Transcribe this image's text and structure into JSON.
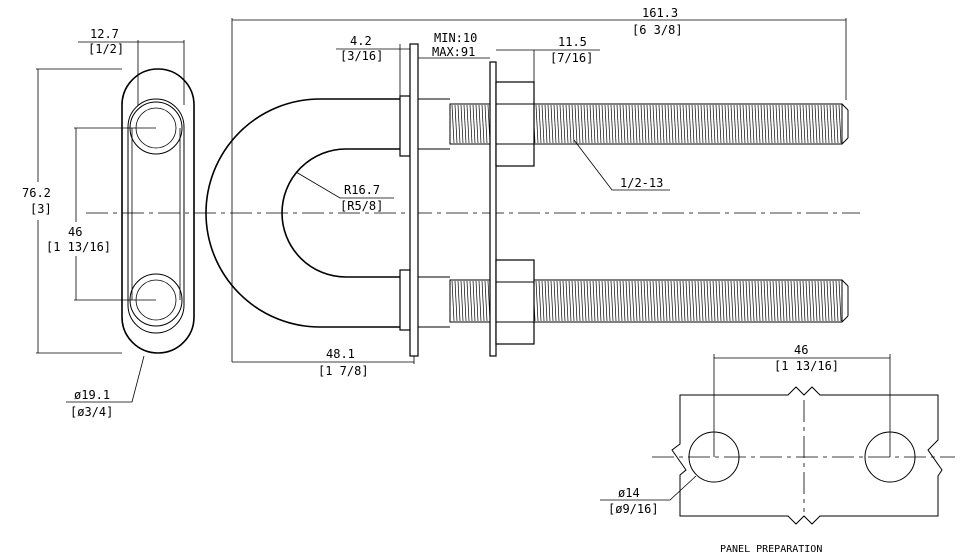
{
  "labels": {
    "width_top": "12.7",
    "width_top_in": "[1/2]",
    "height_total": "76.2",
    "height_total_in": "[3]",
    "height_center": "46",
    "height_center_in": "[1 13/16]",
    "rod_dia": "ø19.1",
    "rod_dia_in": "[ø3/4]",
    "length_total": "161.3",
    "length_total_in": "[6 3/8]",
    "washer_thk": "4.2",
    "washer_thk_in": "[3/16]",
    "panel_min": "MIN:10",
    "panel_max": "MAX:91",
    "nut_thk": "11.5",
    "nut_thk_in": "[7/16]",
    "bend_radius": "R16.7",
    "bend_radius_in": "[R5/8]",
    "thread_spec": "1/2-13",
    "bend_depth": "48.1",
    "bend_depth_in": "[1 7/8]",
    "hole_spacing": "46",
    "hole_spacing_in": "[1 13/16]",
    "hole_dia": "ø14",
    "hole_dia_in": "[ø9/16]",
    "panel_caption": "PANEL PREPARATION"
  }
}
